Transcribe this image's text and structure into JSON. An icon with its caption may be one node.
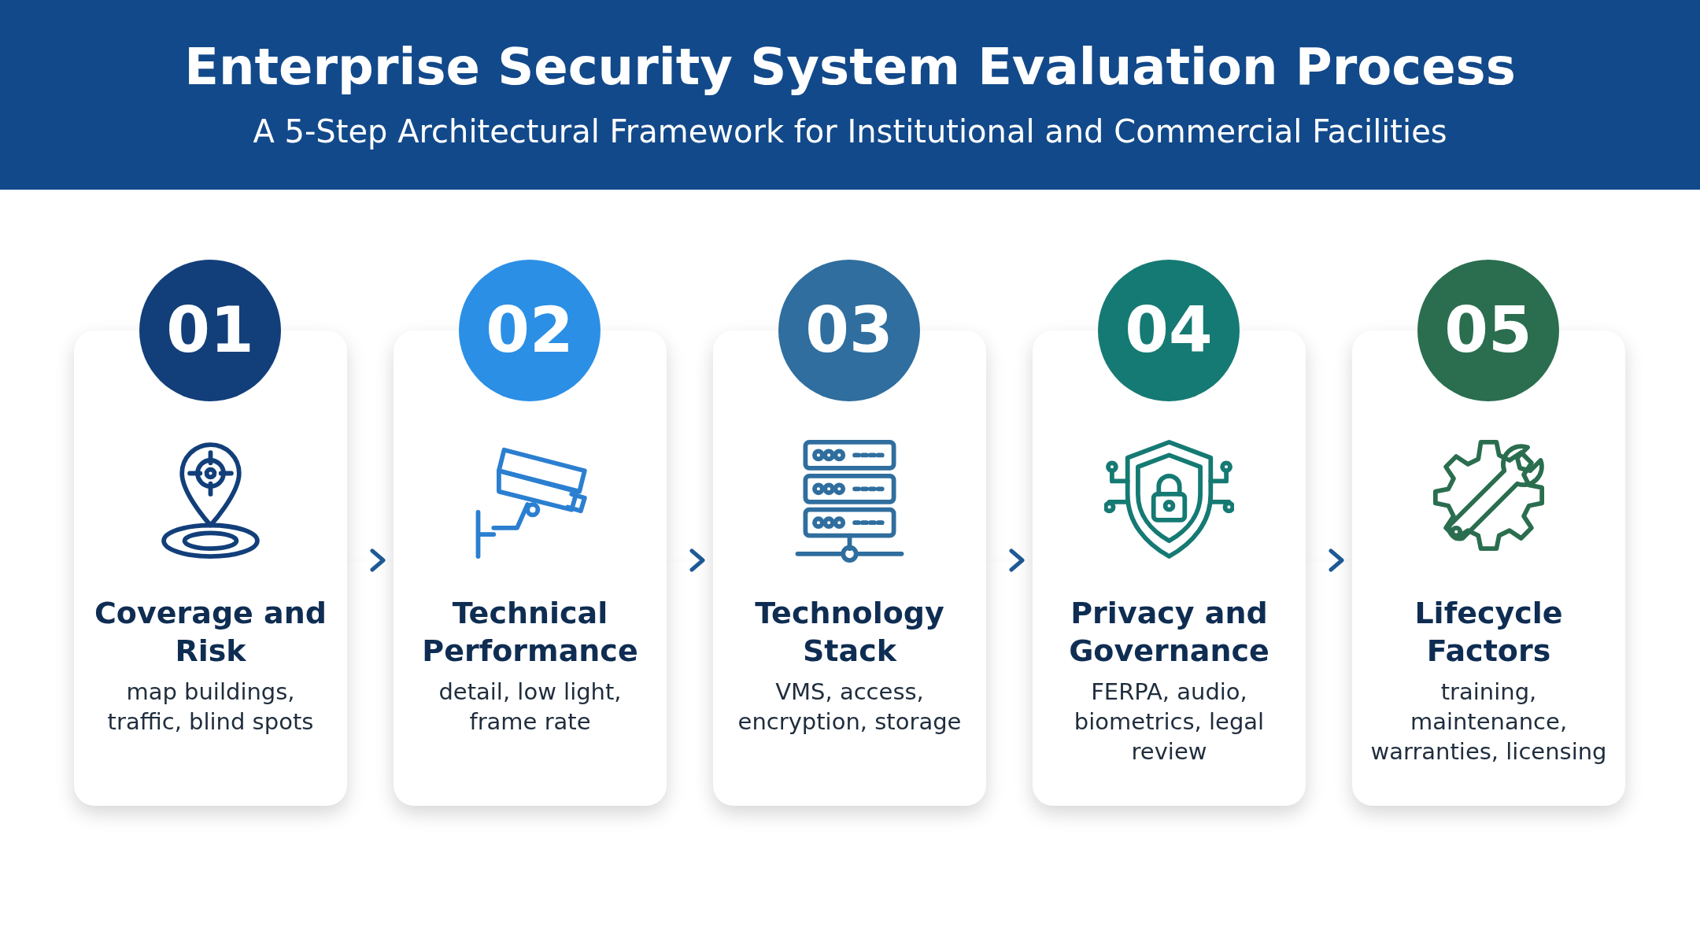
{
  "diagram": {
    "title": "Enterprise Security System Evaluation Process",
    "nodes": [
      {
        "text": [
          "01",
          "Coverage and Risk",
          "map buildings, traffic, blind spots"
        ]
      },
      {
        "text": [
          "02",
          "Technical Performance",
          "detail, low light, frame rate"
        ]
      },
      {
        "text": [
          "03",
          "Technology Stack",
          "VMS, access, encryption, storage"
        ]
      },
      {
        "text": [
          "04",
          "Privacy and Governance",
          "FERPA, audio, biometrics, legal review"
        ]
      },
      {
        "text": [
          "05",
          "Lifecycle Factors",
          "training, maintenance, warranties, licensing"
        ]
      }
    ],
    "edges": [
      {
        "from": 0,
        "to": 1,
        "arrow": "to"
      },
      {
        "from": 1,
        "to": 2,
        "arrow": "to"
      },
      {
        "from": 2,
        "to": 3,
        "arrow": "to"
      },
      {
        "from": 3,
        "to": 4,
        "arrow": "to"
      }
    ],
    "labels": [
      "A 5-Step Architectural Framework for Institutional and Commercial Facilities"
    ]
  }
}
